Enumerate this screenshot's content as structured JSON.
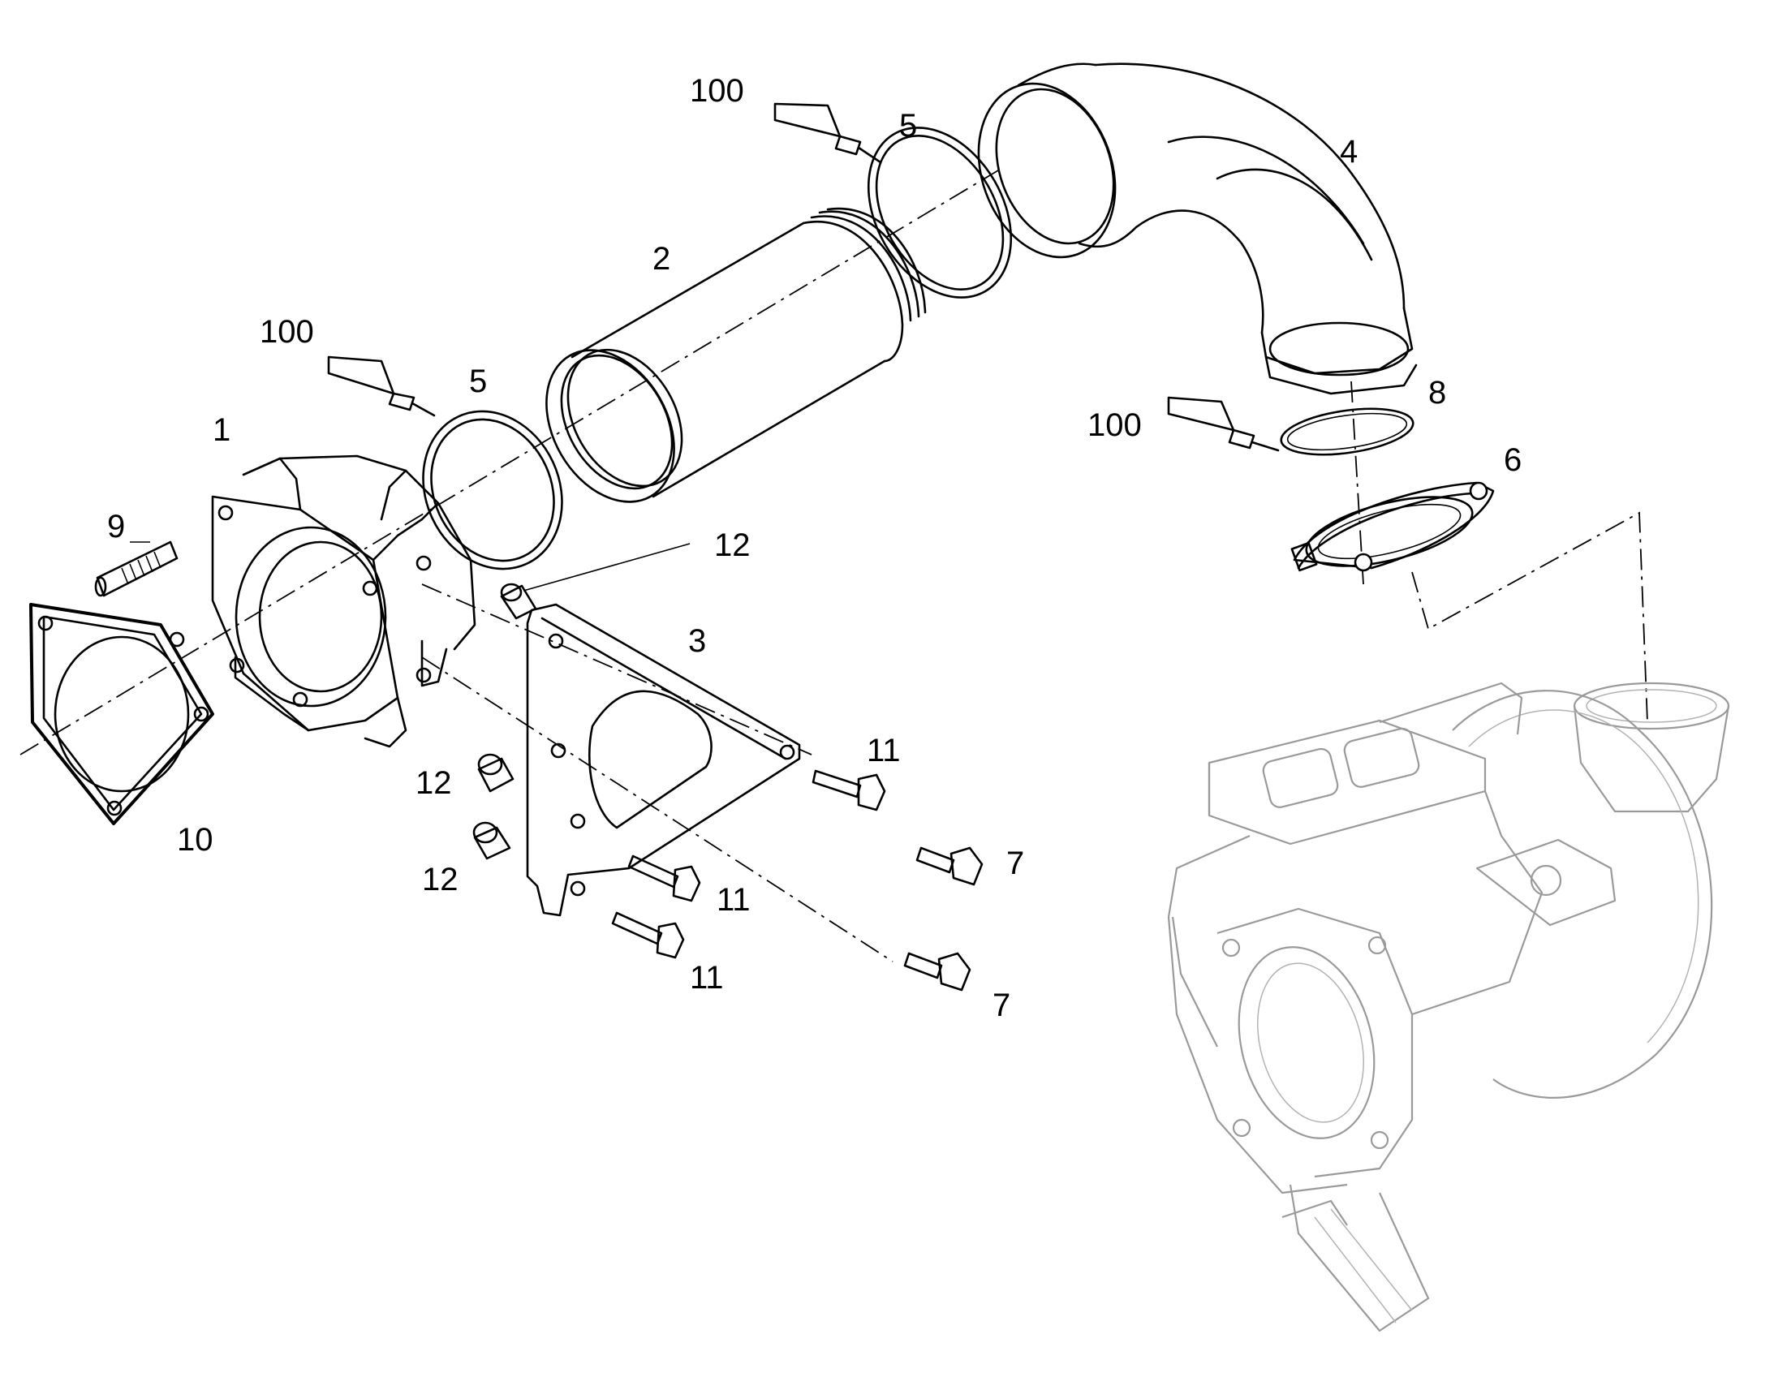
{
  "callouts": {
    "c1": "1",
    "c2": "2",
    "c3": "3",
    "c4": "4",
    "c5a": "5",
    "c5b": "5",
    "c6": "6",
    "c7a": "7",
    "c7b": "7",
    "c8": "8",
    "c9": "9",
    "c10": "10",
    "c11a": "11",
    "c11b": "11",
    "c11c": "11",
    "c12a": "12",
    "c12b": "12",
    "c12c": "12",
    "c100a": "100",
    "c100b": "100",
    "c100c": "100"
  },
  "colors": {
    "line": "#000000",
    "ghost": "#9a9a9a",
    "background": "#ffffff"
  }
}
